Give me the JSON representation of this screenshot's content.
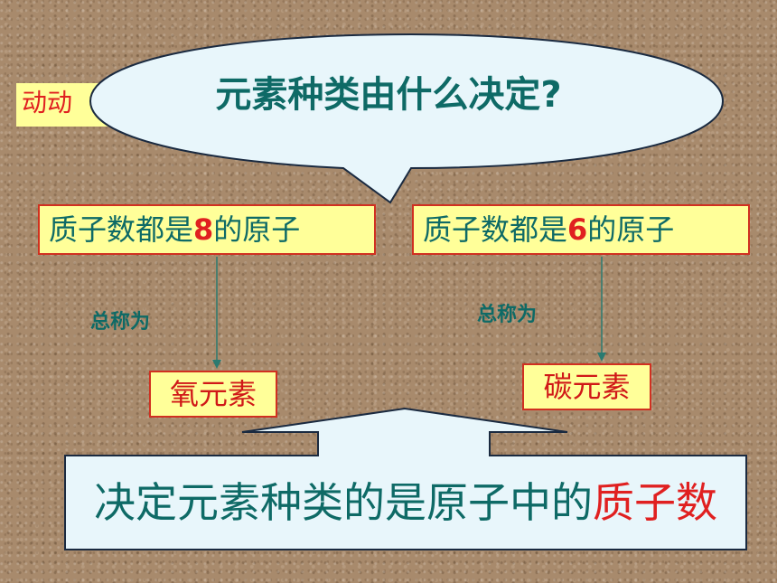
{
  "tag": {
    "text": "动动"
  },
  "question": {
    "text": "元素种类由什么决定?"
  },
  "left": {
    "prefix": "质子数都是",
    "number": "8",
    "suffix": "的原子",
    "relation": "总称为",
    "element": "氧元素"
  },
  "right": {
    "prefix": "质子数都是",
    "number": "6",
    "suffix": "的原子",
    "relation": "总称为",
    "element": "碳元素"
  },
  "conclusion": {
    "text": "决定元素种类的是原子中的",
    "highlight": "质子数"
  },
  "colors": {
    "text": "#0e6a66",
    "highlight": "#e02020",
    "box_fill": "#ffff99",
    "box_border": "#d03020",
    "bubble_fill": "#e8f6fb",
    "background": "#a88a6c"
  }
}
